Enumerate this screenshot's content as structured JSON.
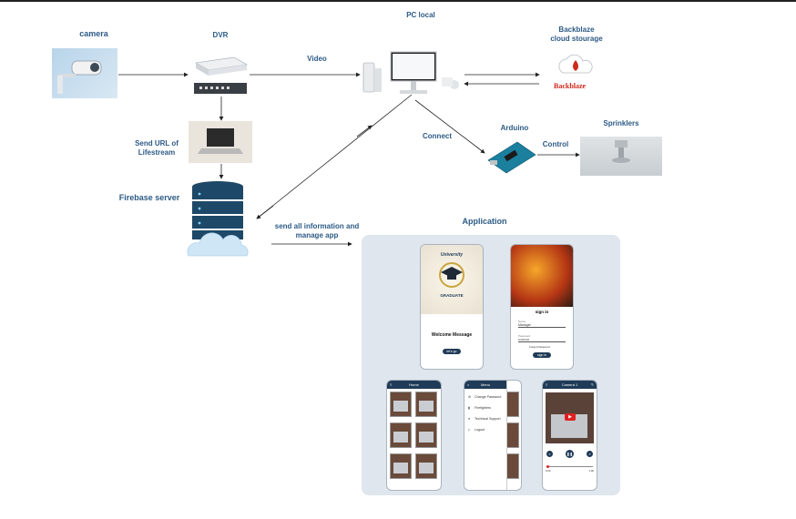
{
  "labels": {
    "camera": "camera",
    "dvr": "DVR",
    "pc_local": "PC local",
    "backblaze": "Backblaze\ncloud stourage",
    "backblaze_logo": "Backblaze",
    "video": "Video",
    "arduino": "Arduino",
    "sprinklers": "Sprinklers",
    "connect": "Connect",
    "control": "Control",
    "send_url": "Send URL of\nLifestream",
    "firebase": "Firebase server",
    "send_all": "send all information and\nmanage app",
    "application": "Application"
  },
  "app": {
    "welcome": {
      "logo_top": "University",
      "logo_bottom": "GRADUATE",
      "message": "Welcome Message",
      "button": "let's go"
    },
    "signin": {
      "title": "sign in",
      "name_label": "Name",
      "name_value": "Manager",
      "password_label": "Password",
      "password_value": "••••••••••",
      "forgot": "Forgot Password",
      "button": "sign in"
    },
    "home": {
      "title": "Home"
    },
    "menu": {
      "title": "Menu",
      "items": [
        "Change Password",
        "Firefighters",
        "Technical Support",
        "Logout"
      ]
    },
    "camera": {
      "title": "Camera 1",
      "time_left": "0:00",
      "time_right": "1:00"
    }
  },
  "colors": {
    "label": "#2c5a85",
    "header": "#1f3b57",
    "panel": "#dfe6ee",
    "backblaze_red": "#d0281c"
  }
}
